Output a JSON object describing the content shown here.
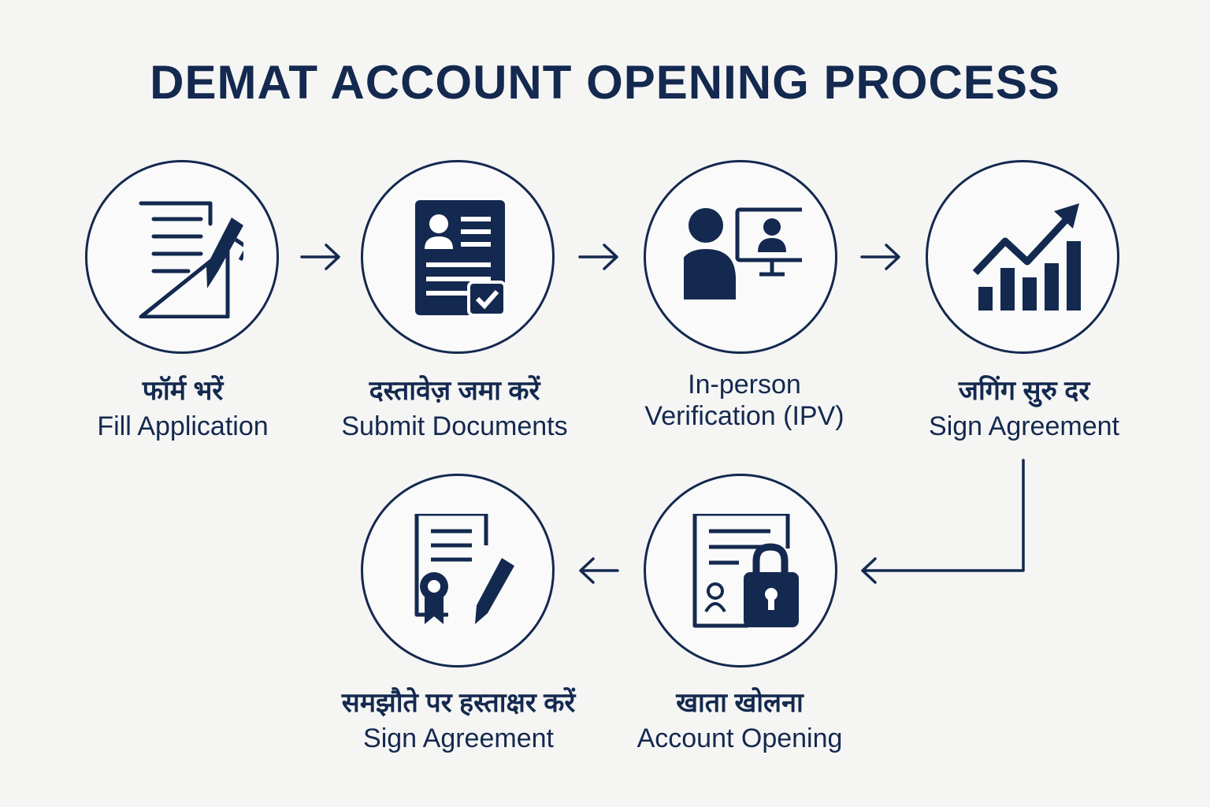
{
  "title": "DEMAT ACCOUNT OPENING PROCESS",
  "colors": {
    "primary": "#14294f",
    "background": "#f5f5f4"
  },
  "steps": [
    {
      "icon": "form-pen-icon",
      "hindi": "फॉर्म भरें",
      "english": "Fill Application"
    },
    {
      "icon": "id-document-check-icon",
      "hindi": "दस्तावेज़ जमा करें",
      "english": "Submit Documents"
    },
    {
      "icon": "video-verification-icon",
      "line1": "In-person",
      "line2": "Verification (IPV)"
    },
    {
      "icon": "growth-chart-icon",
      "hindi": "जगिंग सुरु दर",
      "english": "Sign Agreement"
    },
    {
      "icon": "certificate-pen-icon",
      "hindi": "समझौते पर हस्ताक्षर करें",
      "english": "Sign Agreement"
    },
    {
      "icon": "document-lock-icon",
      "hindi": "खाता खोलना",
      "english": "Account Opening"
    }
  ]
}
